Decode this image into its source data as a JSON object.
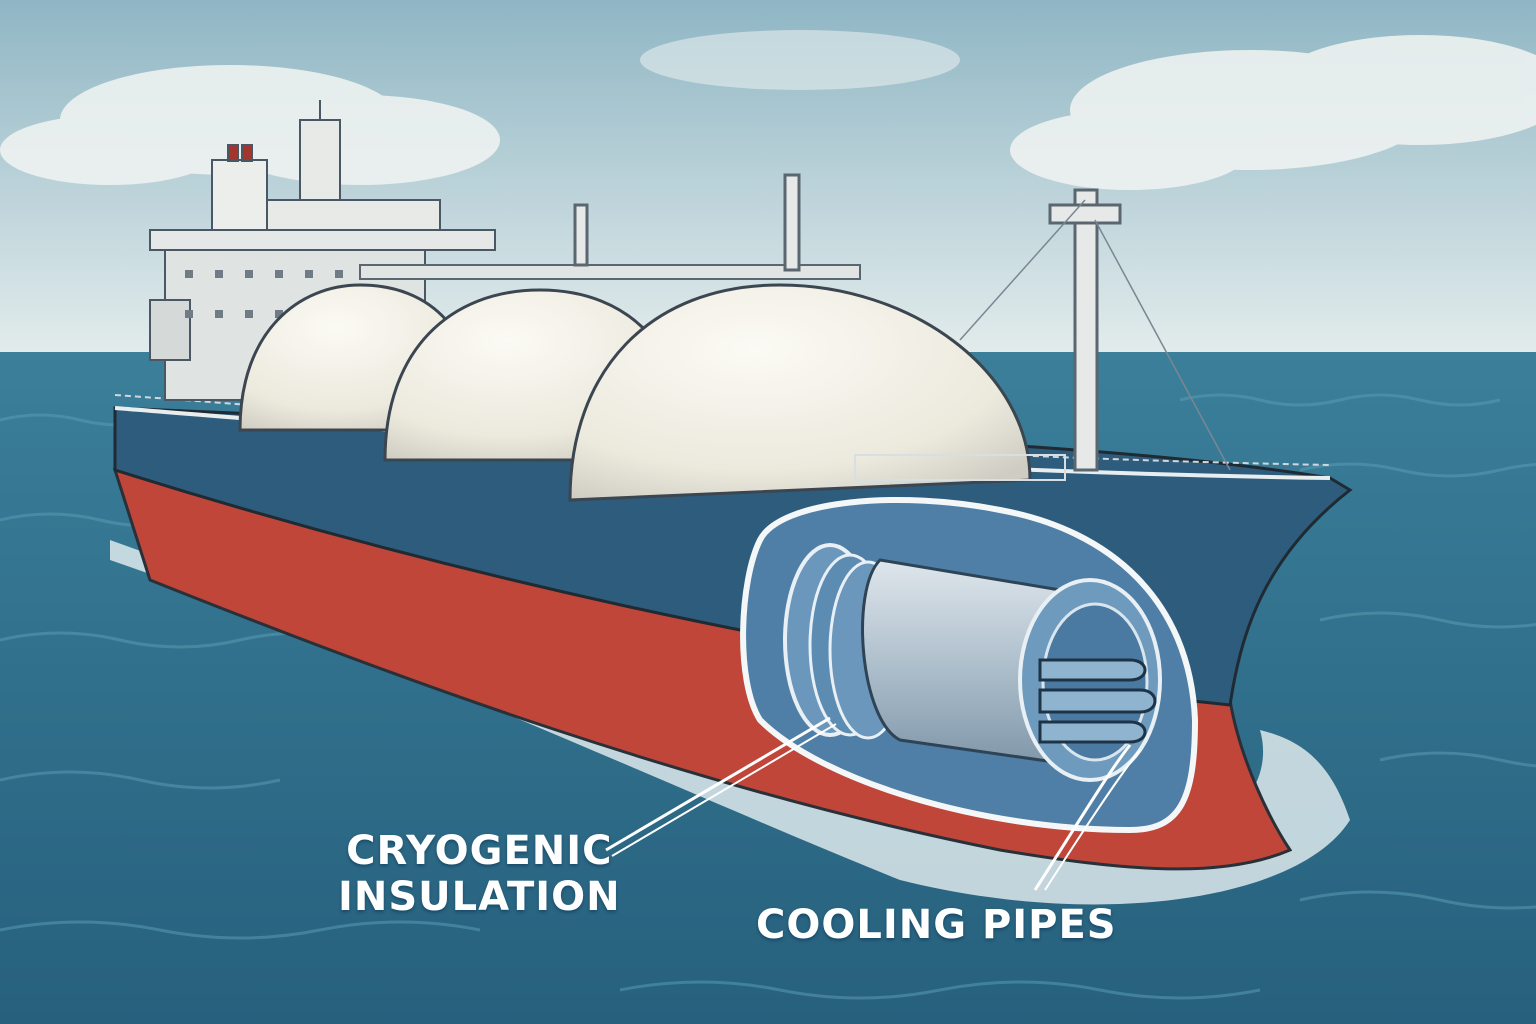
{
  "labels": {
    "insulation_line1": "CRYOGENIC",
    "insulation_line2": "INSULATION",
    "cooling_pipes": "COOLING PIPES"
  },
  "colors": {
    "sky_top": "#8fb6c4",
    "sky_bottom": "#dfe9ea",
    "sea": "#2f6f8c",
    "hull_blue": "#2e5c7c",
    "hull_red": "#c0463a",
    "tank_white": "#f1efe6",
    "cutaway_blue": "#5f8fb4",
    "label_white": "#ffffff"
  }
}
